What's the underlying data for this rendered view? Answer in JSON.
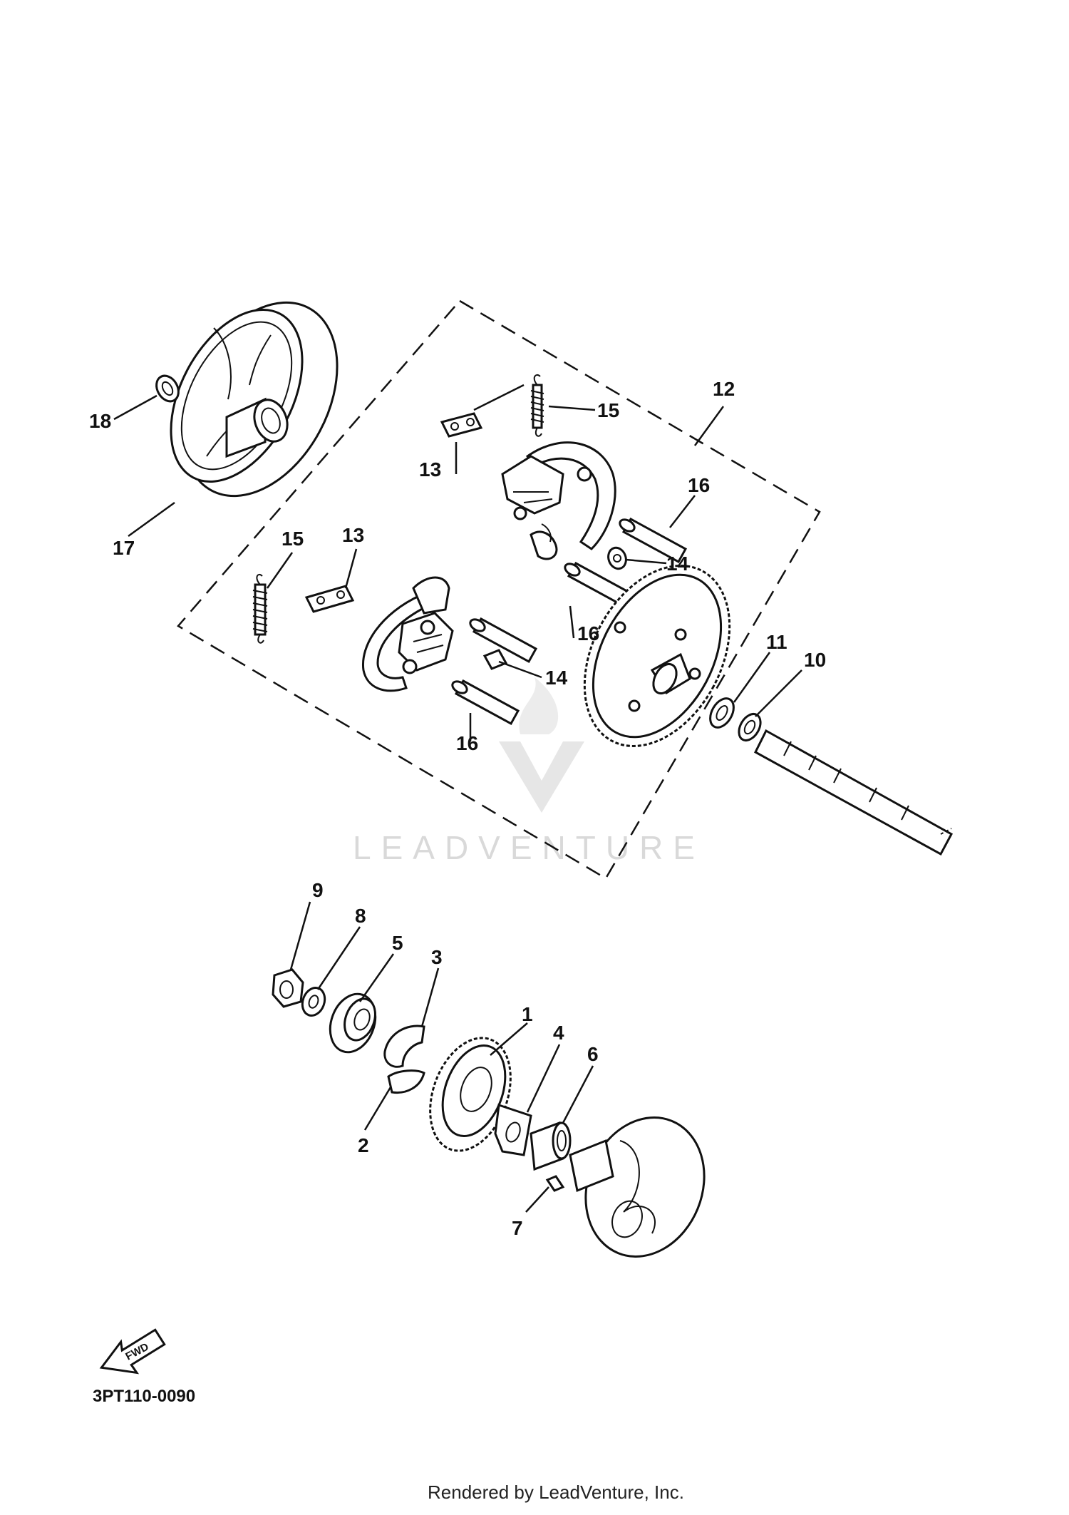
{
  "diagram": {
    "callouts": [
      "1",
      "2",
      "3",
      "4",
      "5",
      "6",
      "7",
      "8",
      "9",
      "10",
      "11",
      "12",
      "13",
      "14",
      "15",
      "16",
      "17",
      "18"
    ],
    "arrow_label": "FWD",
    "watermark": "LEADVENTURE",
    "part_code": "3PT110-0090",
    "credit": "Rendered by LeadVenture, Inc."
  }
}
